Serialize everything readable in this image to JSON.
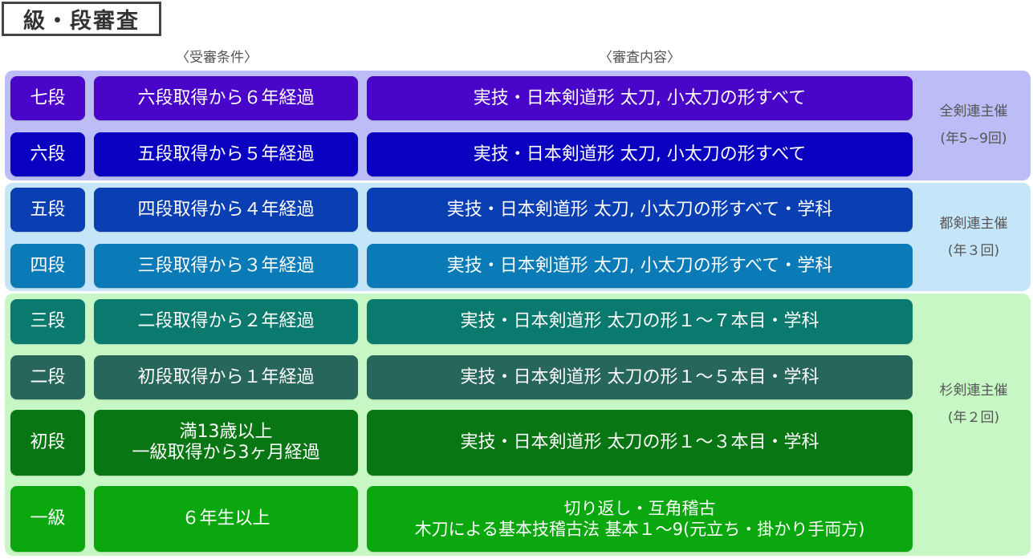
{
  "title": "級・段審査",
  "headers": {
    "conditions": "〈受審条件〉",
    "contents": "〈審査内容〉"
  },
  "colors": {
    "group_zenkenren_bg": "#bcbcf6",
    "group_tokenren_bg": "#c5e6f8",
    "group_suginami_bg": "#c8f7c6",
    "title_border": "#444444",
    "text_light": "#ffffff",
    "text_muted": "#555555"
  },
  "groups": [
    {
      "organizer": "全剣連主催",
      "frequency": "(年5~9回)",
      "rows": [
        {
          "rank": "七段",
          "condition": "六段取得から６年経過",
          "content": "実技・日本剣道形 太刀, 小太刀の形すべて",
          "color": "#4a06c8"
        },
        {
          "rank": "六段",
          "condition": "五段取得から５年経過",
          "content": "実技・日本剣道形 太刀, 小太刀の形すべて",
          "color": "#0a00c0"
        }
      ]
    },
    {
      "organizer": "都剣連主催",
      "frequency": "(年３回)",
      "rows": [
        {
          "rank": "五段",
          "condition": "四段取得から４年経過",
          "content": "実技・日本剣道形 太刀, 小太刀の形すべて・学科",
          "color": "#0a3fb4"
        },
        {
          "rank": "四段",
          "condition": "三段取得から３年経過",
          "content": "実技・日本剣道形 太刀, 小太刀の形すべて・学科",
          "color": "#0b7bb8"
        }
      ]
    },
    {
      "organizer": "杉剣連主催",
      "frequency": "(年２回)",
      "rows": [
        {
          "rank": "三段",
          "condition": "二段取得から２年経過",
          "content": "実技・日本剣道形 太刀の形１～７本目・学科",
          "color": "#0a7a6e"
        },
        {
          "rank": "二段",
          "condition": "初段取得から１年経過",
          "content": "実技・日本剣道形 太刀の形１～５本目・学科",
          "color": "#27665a"
        },
        {
          "rank": "初段",
          "condition": "満13歳以上\n一級取得から3ヶ月経過",
          "content": "実技・日本剣道形 太刀の形１～３本目・学科",
          "color": "#087612"
        },
        {
          "rank": "一級",
          "condition": "６年生以上",
          "content": "切り返し・互角稽古\n木刀による基本技稽古法 基本１～9(元立ち・掛かり手両方)",
          "color": "#0aa80e"
        }
      ]
    }
  ]
}
